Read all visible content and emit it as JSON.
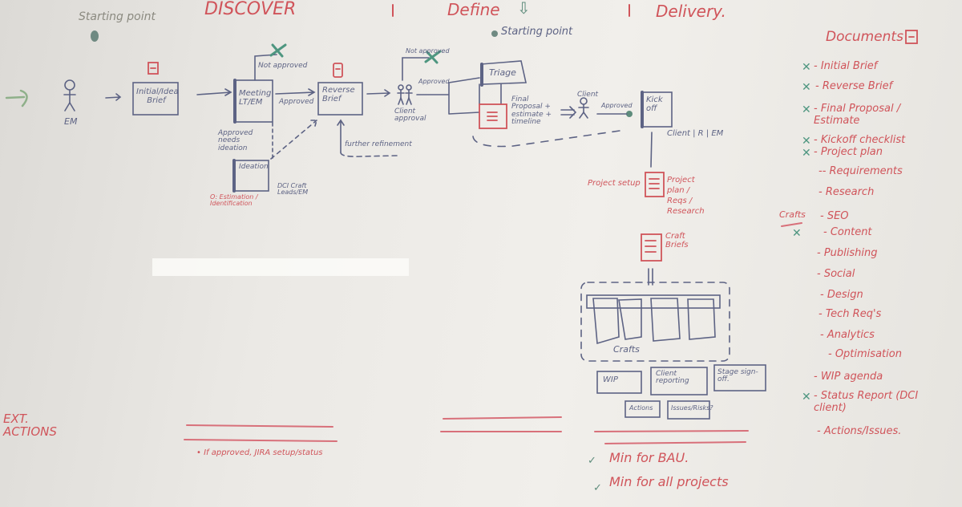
{
  "phases": {
    "discover": "DISCOVER",
    "define": "Define",
    "delivery": "Delivery.",
    "define_arrow": "⇩"
  },
  "starting_points": [
    "Starting point",
    "Starting point"
  ],
  "flow": {
    "em": "EM",
    "initial_brief": "Initial/Idea Brief",
    "meeting": "Meeting LT/EM",
    "not_approved_1": "Not approved",
    "approved_1": "Approved",
    "approved_needs_ideation": "Approved needs ideation",
    "ideation": "Ideation",
    "ideation_people": "DCI Craft Leads/EM",
    "ideation_outputs": "O: Estimation / Identification",
    "reverse_brief": "Reverse Brief",
    "further_refinement": "further refinement",
    "client_approval": "Client approval",
    "not_approved_2": "Not approved",
    "approved_2": "Approved",
    "triage": "Triage",
    "final_proposal": "Final Proposal + estimate + timeline",
    "client": "Client",
    "approved_3": "Approved",
    "kick_off": "Kick off",
    "kickoff_people": "Client | R | EM",
    "project_setup": "Project setup",
    "project_plan_docs": "Project plan / Reqs / Research",
    "craft_briefs": "Craft Briefs",
    "crafts": "Crafts",
    "wip": "WIP",
    "client_reporting": "Client reporting",
    "stage_signoff": "Stage sign-off.",
    "actions": "Actions",
    "issues_risks": "Issues/Risks?"
  },
  "bottom": {
    "ext_actions": "EXT. ACTIONS",
    "jira_note": "• If approved, JIRA setup/status",
    "min_bau": "Min for BAU.",
    "min_all": "Min for all projects",
    "check": "✓"
  },
  "documents": {
    "title": "Documents",
    "crafts_label": "Crafts",
    "items": [
      {
        "label": "- Initial Brief",
        "checked": true
      },
      {
        "label": "- Reverse Brief",
        "checked": true
      },
      {
        "label": "- Final Proposal / Estimate",
        "checked": true
      },
      {
        "label": "- Kickoff checklist",
        "checked": true
      },
      {
        "label": "- Project plan",
        "checked": true
      },
      {
        "label": "-- Requirements",
        "checked": false
      },
      {
        "label": "- Research",
        "checked": false
      },
      {
        "label": "- SEO",
        "checked": false
      },
      {
        "label": "- Content",
        "checked": true
      },
      {
        "label": "- Publishing",
        "checked": false
      },
      {
        "label": "- Social",
        "checked": false
      },
      {
        "label": "- Design",
        "checked": false
      },
      {
        "label": "- Tech Req's",
        "checked": false
      },
      {
        "label": "- Analytics",
        "checked": false
      },
      {
        "label": "- Optimisation",
        "checked": false
      },
      {
        "label": "- WIP agenda",
        "checked": false
      },
      {
        "label": "- Status Report (DCI client)",
        "checked": true
      },
      {
        "label": "- Actions/Issues.",
        "checked": false
      }
    ]
  },
  "colors": {
    "red": "#d0545a",
    "blue": "#5d6384",
    "green": "#5e8c7c",
    "board": "#ebe9e5"
  }
}
